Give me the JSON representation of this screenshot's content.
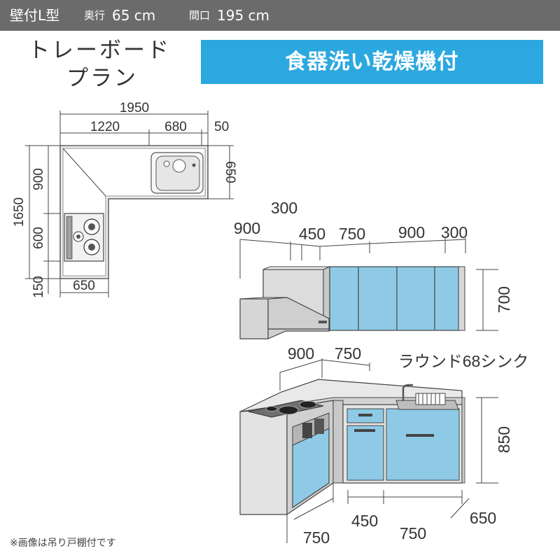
{
  "header": {
    "type_label": "壁付L型",
    "depth_label": "奥行",
    "depth_value": "65 cm",
    "width_label": "間口",
    "width_value": "195 cm"
  },
  "plan": {
    "title_line1": "トレーボード",
    "title_line2": "プラン",
    "dims": {
      "total_width": "1950",
      "left_width": "1220",
      "sink_width": "680",
      "end_gap": "50",
      "right_depth": "650",
      "total_depth": "1650",
      "upper_depth": "900",
      "cooktop_depth": "600",
      "bottom_gap": "150",
      "bottom_width": "650"
    }
  },
  "banner": {
    "label": "食器洗い乾燥機付"
  },
  "wall_cabinets": {
    "dims": [
      "900",
      "300",
      "450",
      "750",
      "900",
      "300"
    ],
    "height": "700"
  },
  "base_cabinets": {
    "top_dims": [
      "900",
      "750"
    ],
    "sink_label": "ラウンド68シンク",
    "height": "850",
    "bottom_dims": [
      "750",
      "450",
      "750"
    ],
    "depth": "650"
  },
  "note": "※画像は吊り戸棚付です",
  "colors": {
    "header_bg": "#6b6b6b",
    "banner_bg": "#2ba8df",
    "cabinet_blue": "#8ecae6"
  }
}
